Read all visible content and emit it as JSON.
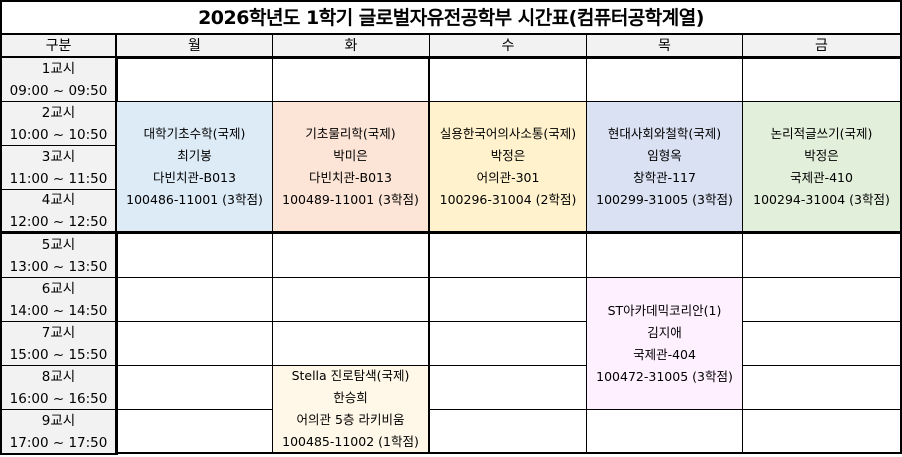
{
  "title": "2026학년도 1학기 글로벌자유전공학부 시간표(컴퓨터공학계열)",
  "header": {
    "label": "구분",
    "days": [
      "월",
      "화",
      "수",
      "목",
      "금"
    ]
  },
  "periods": [
    {
      "name": "1교시",
      "time": "09:00 ~ 09:50"
    },
    {
      "name": "2교시",
      "time": "10:00 ~ 10:50"
    },
    {
      "name": "3교시",
      "time": "11:00 ~ 11:50"
    },
    {
      "name": "4교시",
      "time": "12:00 ~ 12:50"
    },
    {
      "name": "5교시",
      "time": "13:00 ~ 13:50"
    },
    {
      "name": "6교시",
      "time": "14:00 ~ 14:50"
    },
    {
      "name": "7교시",
      "time": "15:00 ~ 15:50"
    },
    {
      "name": "8교시",
      "time": "16:00 ~ 16:50"
    },
    {
      "name": "9교시",
      "time": "17:00 ~ 17:50"
    }
  ],
  "courses": [
    {
      "day": "월",
      "name": "대학기초수학(국제)",
      "professor": "최기봉",
      "room": "다빈치관-B013",
      "code": "100486-11001 (3학점)",
      "color": "#DDEBF7"
    },
    {
      "day": "화",
      "name": "기초물리학(국제)",
      "professor": "박미은",
      "room": "다빈치관-B013",
      "code": "100489-11001 (3학점)",
      "color": "#FCE4D6"
    },
    {
      "day": "수",
      "name": "실용한국어의사소통(국제)",
      "professor": "박정은",
      "room": "어의관-301",
      "code": "100296-31004 (2학점)",
      "color": "#FFF2CC"
    },
    {
      "day": "목",
      "name": "현대사회와철학(국제)",
      "professor": "임형옥",
      "room": "창학관-117",
      "code": "100299-31005 (3학점)",
      "color": "#D9E1F2"
    },
    {
      "day": "금",
      "name": "논리적글쓰기(국제)",
      "professor": "박정은",
      "room": "국제관-410",
      "code": "100294-31004 (3학점)",
      "color": "#E2EFDA"
    },
    {
      "day": "목",
      "name": "ST아카데믹코리안(1)",
      "professor": "김지애",
      "room": "국제관-404",
      "code": "100472-31005 (3학점)",
      "color": "#FFF0FF"
    },
    {
      "day": "화",
      "name": "Stella 진로탐색(국제)",
      "professor": "한승희",
      "room": "어의관 5층 라키비움",
      "code": "100485-11002 (1학점)",
      "color": "#FFF8E8"
    }
  ]
}
